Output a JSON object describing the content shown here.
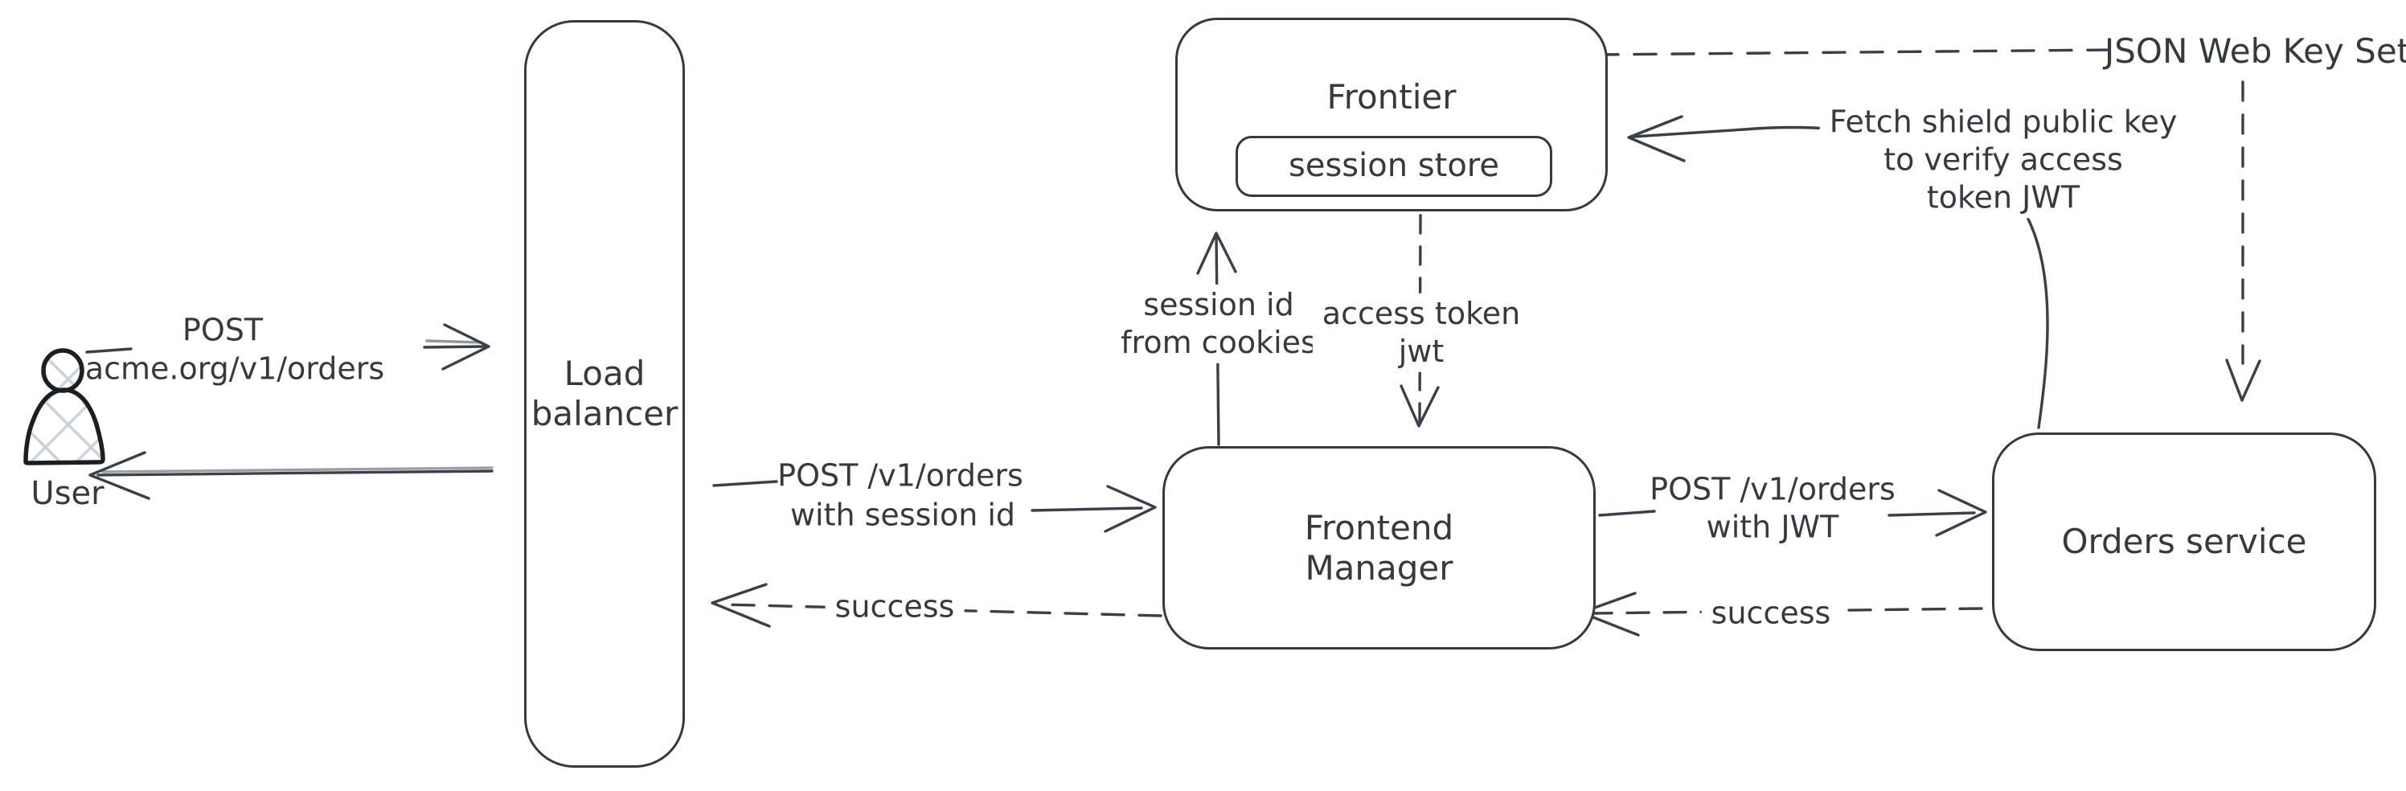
{
  "canvas": {
    "background": "#ffffff",
    "ink_color": "#343a40",
    "hatch_color": "#c9d2da"
  },
  "user": {
    "label": "User"
  },
  "nodes": {
    "load_balancer": {
      "label_line1": "Load",
      "label_line2": "balancer"
    },
    "frontier": {
      "label": "Frontier"
    },
    "session_store": {
      "label": "session store"
    },
    "frontend_manager": {
      "label_line1": "Frontend",
      "label_line2": "Manager"
    },
    "orders_service": {
      "label": "Orders service"
    }
  },
  "edges": {
    "user_to_lb": {
      "style": "solid",
      "label_line1": "POST",
      "label_line2": "acme.org/v1/orders"
    },
    "lb_to_user": {
      "style": "solid",
      "label": ""
    },
    "lb_to_fm": {
      "style": "solid",
      "label_line1": "POST /v1/orders",
      "label_line2": "with session id"
    },
    "fm_to_lb": {
      "style": "dashed",
      "label": "success"
    },
    "fm_to_frontier": {
      "style": "solid",
      "label_line1": "session id",
      "label_line2": "from cookies"
    },
    "frontier_to_fm": {
      "style": "dashed",
      "label_line1": "access token",
      "label_line2": "jwt"
    },
    "fm_to_orders": {
      "style": "solid",
      "label_line1": "POST /v1/orders",
      "label_line2": "with JWT"
    },
    "orders_to_fm": {
      "style": "dashed",
      "label": "success"
    },
    "frontier_to_jwks": {
      "style": "dashed",
      "label": "JSON Web Key Set"
    },
    "jwks_to_orders": {
      "style": "dashed",
      "label": ""
    },
    "orders_to_frontier_fetch": {
      "style": "solid",
      "label_line1": "Fetch shield public key",
      "label_line2": "to verify access",
      "label_line3": "token JWT"
    }
  }
}
